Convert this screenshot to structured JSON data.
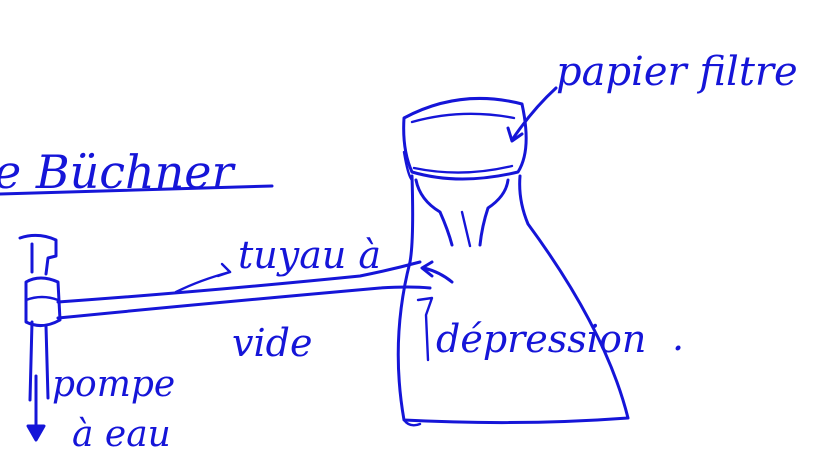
{
  "title": "e Büchner",
  "labels": {
    "filter_paper": "papier filtre",
    "hose_line1": "tuyau à",
    "hose_line2": "vide",
    "depression": "dépression",
    "pump_line1": "pompe",
    "pump_line2": "à eau",
    "trailing_dot": "."
  },
  "colors": {
    "ink": "#1515d8",
    "background": "#ffffff"
  }
}
